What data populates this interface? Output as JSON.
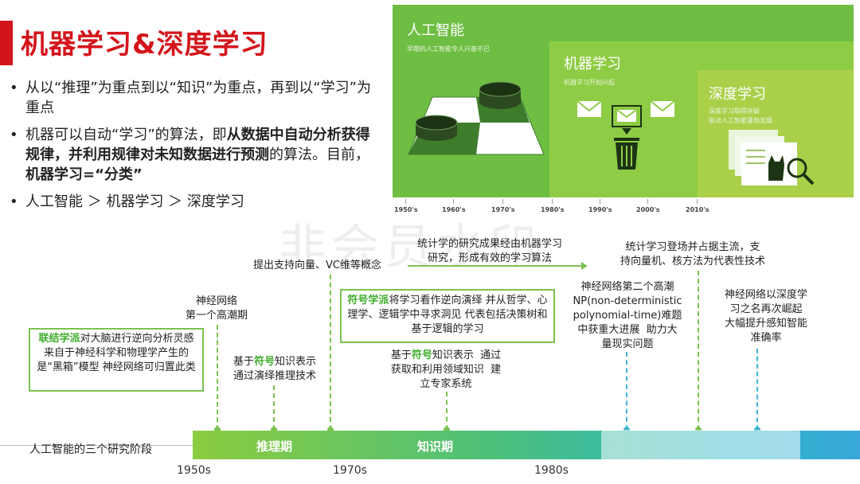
{
  "title": "机器学习&深度学习",
  "bullets": [
    {
      "parts": [
        {
          "t": "从以“推理”为重点到以“知识”为重点，再到以“学习”为重点",
          "b": false
        }
      ]
    },
    {
      "parts": [
        {
          "t": "机器可以自动“学习”的算法，即",
          "b": false
        },
        {
          "t": "从数据中自动分析获得规律，并利用规律对未知数据进行预测",
          "b": true
        },
        {
          "t": "的算法。目前，",
          "b": false
        },
        {
          "t": "机器学习=“分类”",
          "b": true
        }
      ]
    },
    {
      "parts": [
        {
          "t": "人工智能 ＞ 机器学习 ＞ 深度学习",
          "b": false
        }
      ]
    }
  ],
  "evolution": {
    "ai_title": "人工智能",
    "ai_sub": "早期的人工智能令人兴奋不已",
    "ml_title": "机器学习",
    "ml_sub": "机器学习开始兴起",
    "dl_title": "深度学习",
    "dl_sub1": "深度学习取得突破",
    "dl_sub2": "驱动人工智能蓬勃发展",
    "years": [
      "1950's",
      "1960's",
      "1970's",
      "1980's",
      "1990's",
      "2000's",
      "2010's"
    ]
  },
  "watermark": "非会员水印",
  "timeline": {
    "connectionism": {
      "school": "联结学派",
      "text": "对大脑进行逆向分析灵感来自于神经科学和物理学产生的是“黑箱”模型  神经网络可归置此类"
    },
    "nn_peak1": "神经网络\n第一个高潮期",
    "symbol_reasoning": {
      "pre": "基于",
      "key": "符号",
      "post": "知识表示\n通过演绎推理技术"
    },
    "svm_concept": "提出支持向量、VC维等概念",
    "symbolism": {
      "school": "符号学派",
      "text": "将学习看作逆向演绎  并从哲学、心理学、逻辑学中寻求洞见  代表包括决策树和基于逻辑的学习"
    },
    "expert_system": {
      "pre": "基于",
      "key": "符号",
      "post": "知识表示  通过\n获取和利用领域知识  建\n立专家系统"
    },
    "stat_ml": "统计学的研究成果经由机器学习\n研究，形成有效的学习算法",
    "stat_main": "统计学习登场并占据主流，支\n持向量机、核方法为代表性技术",
    "nn_peak2": "神经网络第二个高潮\nNP(non-deterministic\npolynomial-time)难题\n中获重大进展  助力大\n量现实问题",
    "nn_deep": "神经网络以深度学\n习之名再次崛起\n大幅提升感知智能\n准确率"
  },
  "bottom": {
    "stage_label": "人工智能的三个研究阶段",
    "phase1": "推理期",
    "phase2": "知识期",
    "years": [
      "1950s",
      "1970s",
      "1980s"
    ]
  },
  "colors": {
    "title_red": "#d4141b",
    "green": "#7cc24e",
    "blue": "#3fb6d2"
  }
}
